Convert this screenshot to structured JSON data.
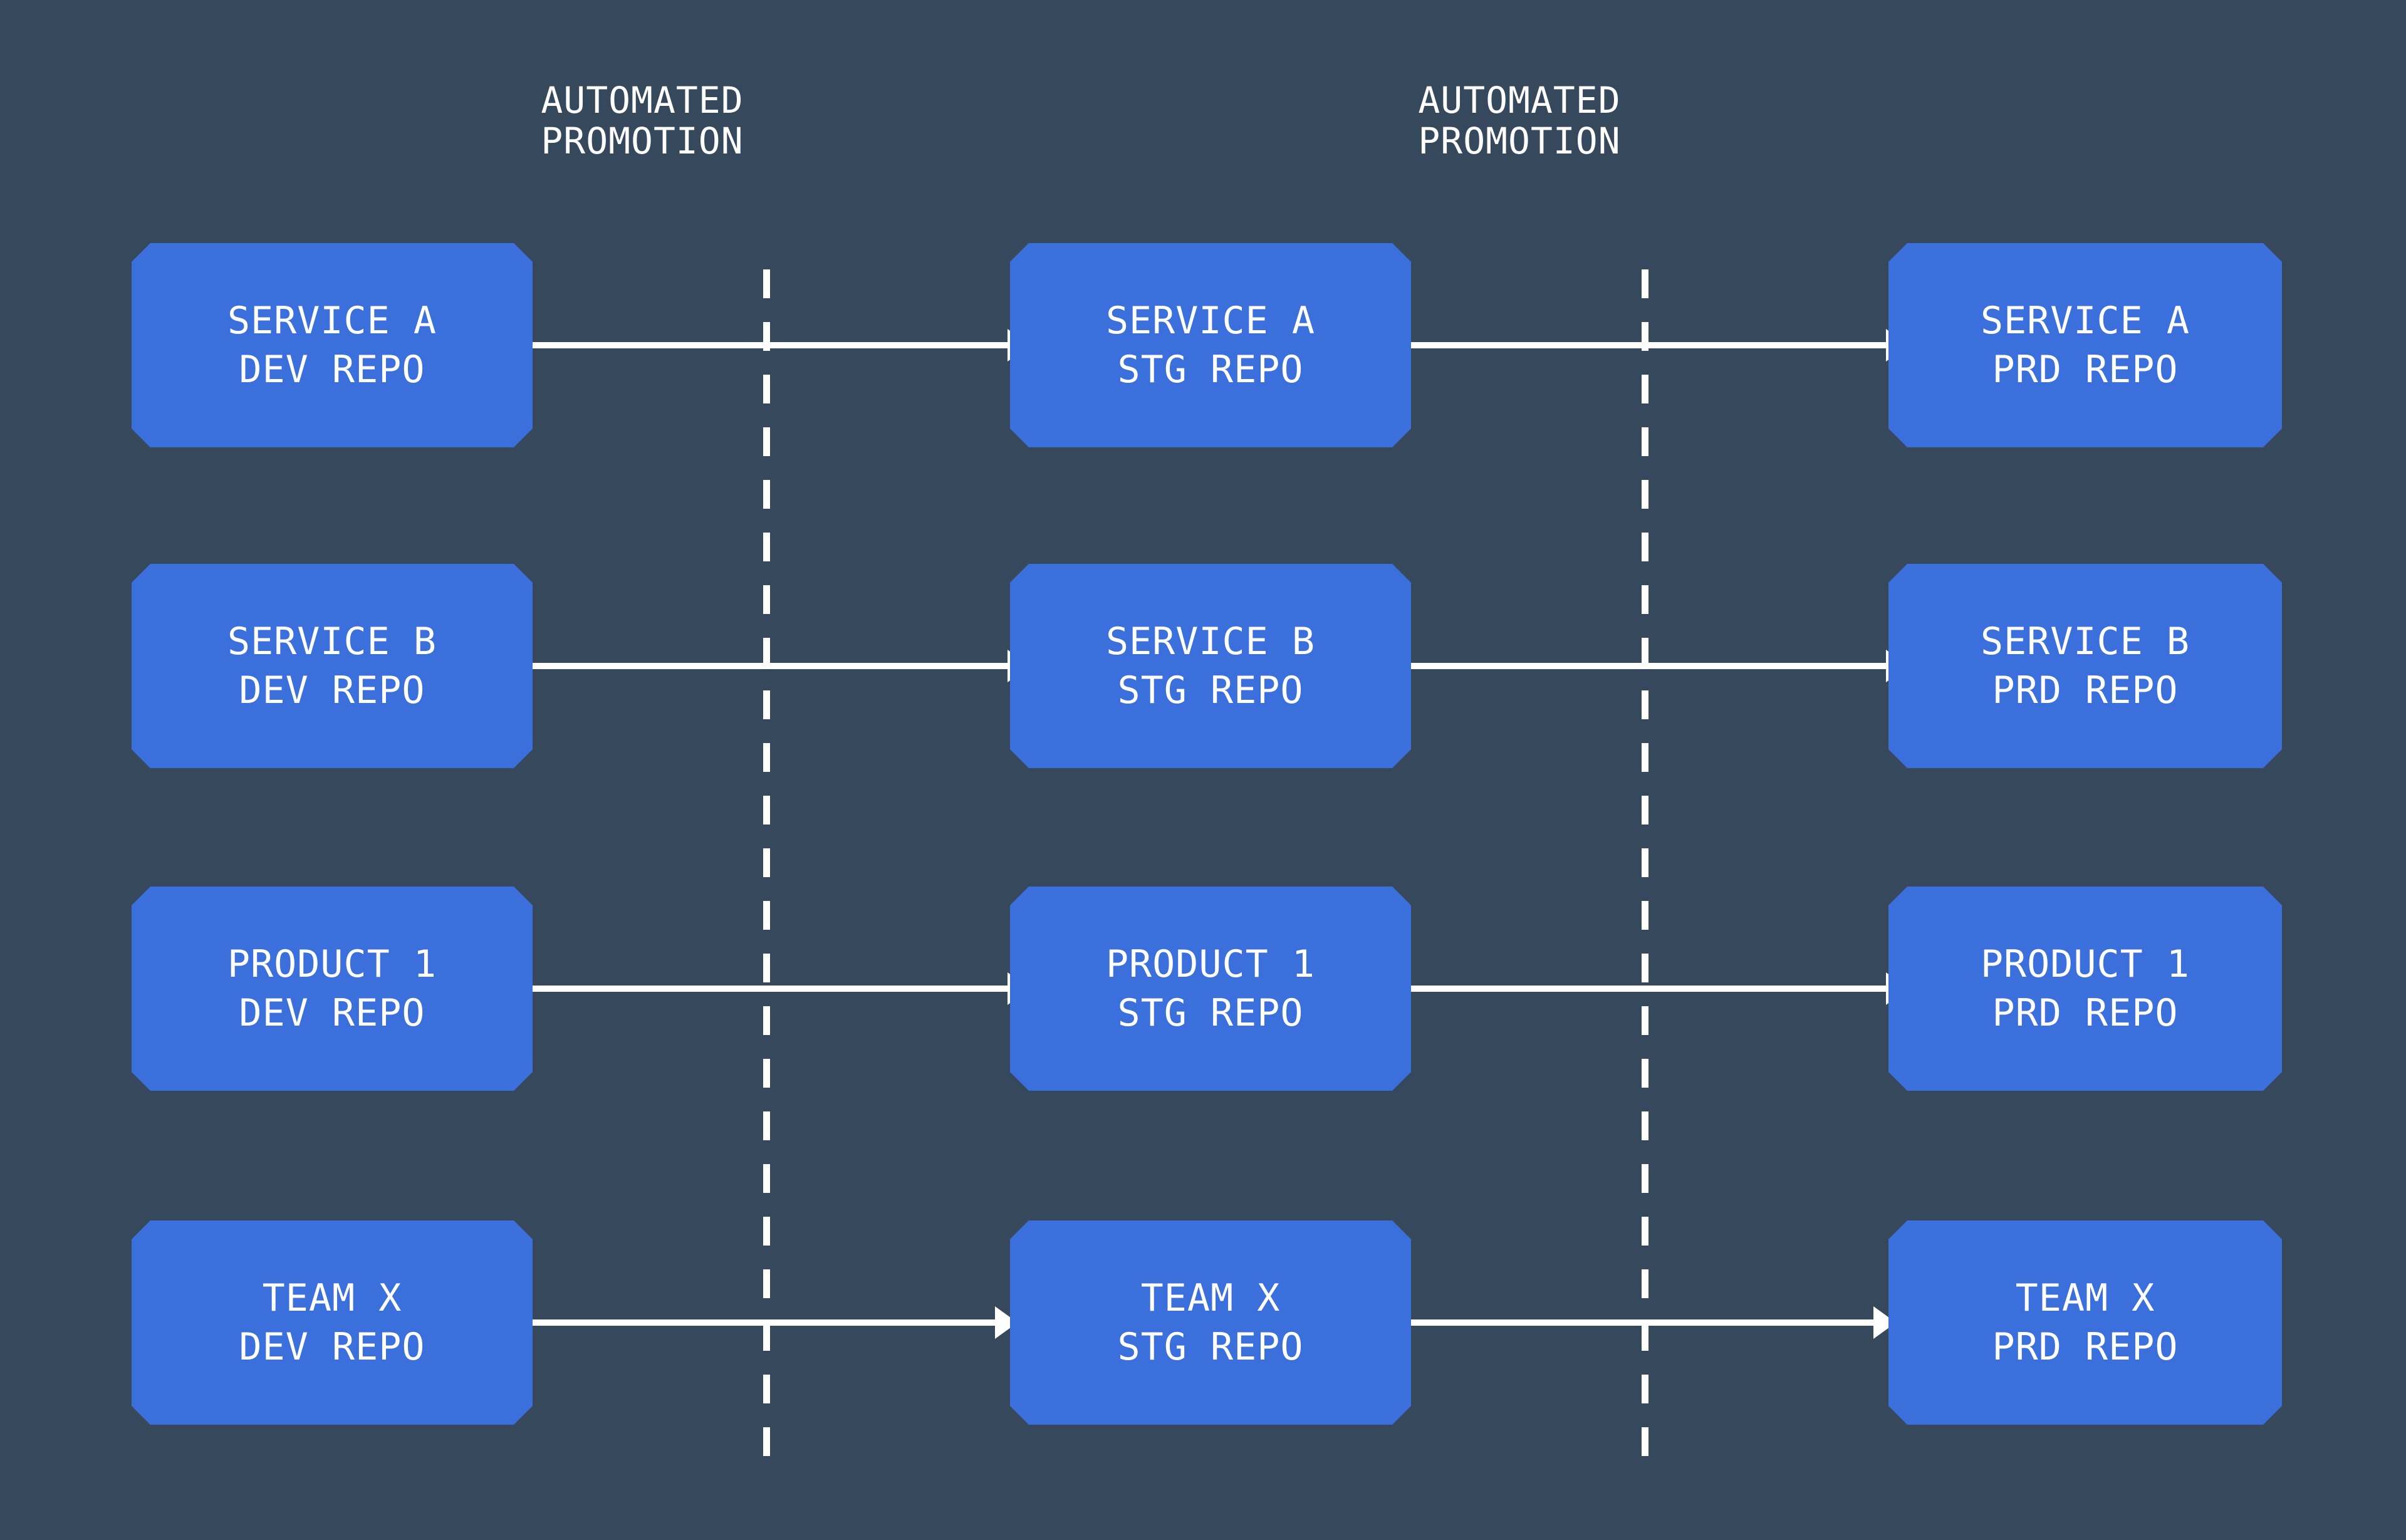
{
  "canvas": {
    "background_color": "#36495c",
    "node_color": "#3b6fdb",
    "line_color": "#ffffff",
    "text_color": "#ffffff"
  },
  "boundaries": [
    {
      "caption": "AUTOMATED\nPROMOTION"
    },
    {
      "caption": "AUTOMATED\nPROMOTION"
    }
  ],
  "columns": [
    {
      "key": "dev",
      "label": "DEV REPO"
    },
    {
      "key": "stg",
      "label": "STG REPO"
    },
    {
      "key": "prd",
      "label": "PRD REPO"
    }
  ],
  "rows": [
    {
      "name": "SERVICE A",
      "nodes": [
        {
          "line1": "SERVICE A",
          "line2": "DEV REPO"
        },
        {
          "line1": "SERVICE A",
          "line2": "STG REPO"
        },
        {
          "line1": "SERVICE A",
          "line2": "PRD REPO"
        }
      ]
    },
    {
      "name": "SERVICE B",
      "nodes": [
        {
          "line1": "SERVICE B",
          "line2": "DEV REPO"
        },
        {
          "line1": "SERVICE B",
          "line2": "STG REPO"
        },
        {
          "line1": "SERVICE B",
          "line2": "PRD REPO"
        }
      ]
    },
    {
      "name": "PRODUCT 1",
      "nodes": [
        {
          "line1": "PRODUCT 1",
          "line2": "DEV REPO"
        },
        {
          "line1": "PRODUCT 1",
          "line2": "STG REPO"
        },
        {
          "line1": "PRODUCT 1",
          "line2": "PRD REPO"
        }
      ]
    },
    {
      "name": "TEAM X",
      "nodes": [
        {
          "line1": "TEAM X",
          "line2": "DEV REPO"
        },
        {
          "line1": "TEAM X",
          "line2": "STG REPO"
        },
        {
          "line1": "TEAM X",
          "line2": "PRD REPO"
        }
      ]
    }
  ]
}
